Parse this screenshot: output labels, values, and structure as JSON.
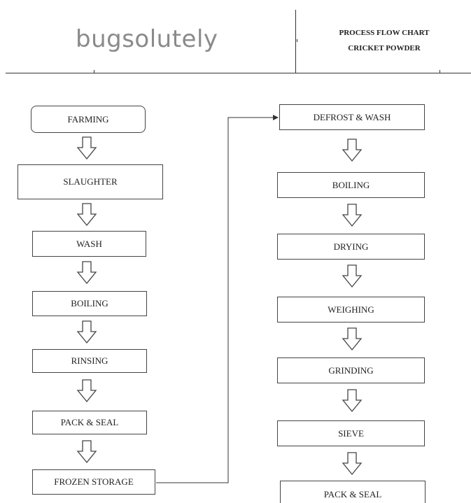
{
  "header": {
    "logo": "bugsolutely",
    "title_line1": "PROCESS FLOW CHART",
    "title_line2": "CRICKET POWDER"
  },
  "flow_left": [
    "FARMING",
    "SLAUGHTER",
    "WASH",
    "BOILING",
    "RINSING",
    "PACK & SEAL",
    "FROZEN STORAGE"
  ],
  "flow_right": [
    "DEFROST & WASH",
    "BOILING",
    "DRYING",
    "WEIGHING",
    "GRINDING",
    "SIEVE",
    "PACK & SEAL"
  ],
  "colors": {
    "logo": "#8a8a8a",
    "line": "#333333",
    "box_border": "#444444"
  }
}
